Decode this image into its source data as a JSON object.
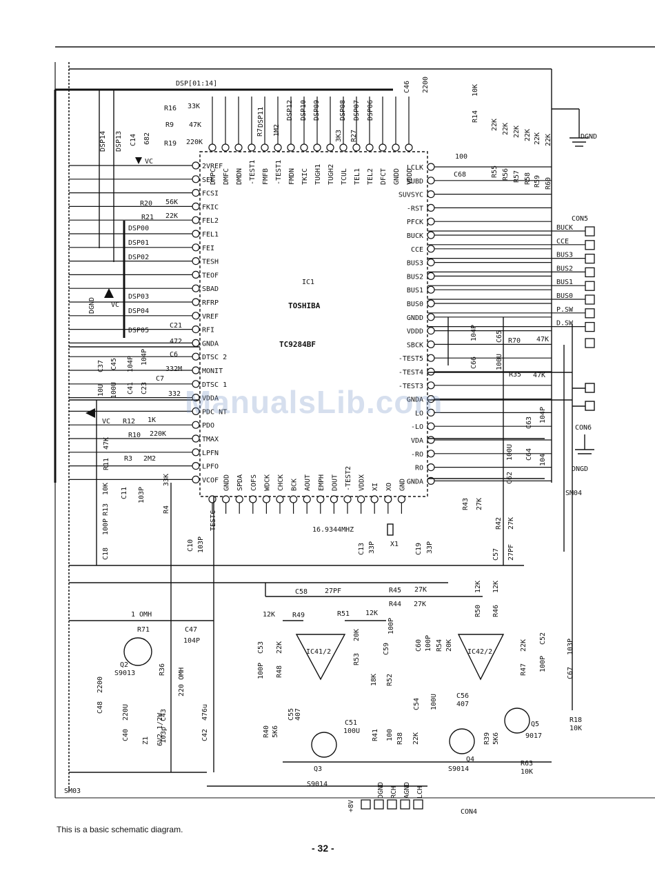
{
  "ic": {
    "ref": "IC1",
    "maker": "TOSHIBA",
    "part": "TC9284BF"
  },
  "bus_label": "DSP[01:14]",
  "watermark": "ManualsLib.com",
  "caption": "This is a basic schematic diagram.",
  "page_number": "- 32 -",
  "left_pins": [
    "2VREF",
    "SEL",
    "FCSI",
    "FKIC",
    "FEL2",
    "FEL1",
    "FEI",
    "TESH",
    "TEOF",
    "SBAD",
    "RFRP",
    "VREF",
    "RFI",
    "GNDA",
    "DTSC 2",
    "MONIT",
    "DTSC 1",
    "VDDA",
    "PDC NT",
    "PDO",
    "TMAX",
    "LPFN",
    "LPFO",
    "VCOF"
  ],
  "right_pins": [
    "LCLK",
    "SUBD",
    "SUVSYC",
    "-RST",
    "PFCK",
    "BUCK",
    "CCE",
    "BUS3",
    "BUS2",
    "BUS1",
    "BUS0",
    "GNDD",
    "VDDD",
    "SBCK",
    "-TEST5",
    "-TEST4",
    "-TEST3",
    "GNDA",
    "LO",
    "-LO",
    "VDA",
    "-RO",
    "RO",
    "GNDA"
  ],
  "top_pins": [
    "DMPC",
    "DMFC",
    "DMDN",
    "-TEST1",
    "FMFB",
    "-TEST1",
    "FMDN",
    "TKIC",
    "TUGH1",
    "TUGH2",
    "TCUL",
    "TEL1",
    "TEL2",
    "DFCT",
    "GNDD",
    "VDDD"
  ],
  "bottom_pins": [
    "TESTC",
    "GNDD",
    "SPDA",
    "COFS",
    "WDCK",
    "CHCK",
    "BCK",
    "AOUT",
    "EMPH",
    "DOUT",
    "-TEST2",
    "VDDX",
    "XI",
    "XO",
    "GND"
  ],
  "top_labels": [
    "DSP11",
    "DSP12",
    "DSP10",
    "DSP09",
    "DSP08",
    "DSP07",
    "DSP06"
  ],
  "left_dsp_labels": [
    "DSP00",
    "DSP01",
    "DSP02",
    "DSP03",
    "DSP04",
    "DSP05"
  ],
  "dsp_vertical": [
    "DSP14",
    "DSP13"
  ],
  "con5_labels": [
    "BUCK",
    "CCE",
    "BUS3",
    "BUS2",
    "BUS1",
    "BUS0",
    "P.SW",
    "D.SW"
  ],
  "con4_labels": [
    "+8V",
    "DGND",
    "RCH",
    "AGND",
    "LCH"
  ],
  "connectors": {
    "con5": "CON5",
    "con6": "CON6",
    "con4": "CON4"
  },
  "ground_labels": [
    "DGND",
    "DNGD",
    "DGND"
  ],
  "vc": "VC",
  "sm_labels": [
    "SM03",
    "SM04"
  ],
  "crystal": "16.9344MHZ",
  "crystal_ref": "X1",
  "opamps": [
    "IC41/2",
    "IC42/2"
  ],
  "transistors": [
    {
      "ref": "Q2",
      "part": "S9013"
    },
    {
      "ref": "Q3",
      "part": "S9014"
    },
    {
      "ref": "Q4",
      "part": "S9014"
    },
    {
      "ref": "Q5",
      "part": "9017"
    }
  ],
  "parts": {
    "r16": "R16",
    "r16v": "33K",
    "r9": "R9",
    "r9v": "47K",
    "r19": "R19",
    "r19v": "220K",
    "c14": "C14",
    "c14v": "682",
    "r20": "R20",
    "r20v": "56K",
    "r21": "R21",
    "r21v": "22K",
    "r7": "R7",
    "r7v": "1M2",
    "r27": "R27",
    "r27v": "3K3",
    "c46": "C46",
    "c46v": "2200",
    "r14": "R14",
    "r14v": "10K",
    "c68": "C68",
    "c68v": "100",
    "r55": "R55",
    "r56": "R56",
    "r57": "R57",
    "r58": "R58",
    "r59": "R59",
    "r60": "R60",
    "r5xv": "22K",
    "c21": "C21",
    "c21v": "472",
    "c6": "C6",
    "c6v": "332M",
    "c7": "C7",
    "c7v": "332",
    "c37": "C37",
    "c37v": "10U",
    "c45": "C45",
    "c45v": "100U",
    "c41": "C41",
    "c41v": "104P",
    "c23": "C23",
    "c23v": "104P",
    "r12": "R12",
    "r12v": "1K",
    "r10": "R10",
    "r10v": "220K",
    "r11": "R11",
    "r11v": "47K",
    "r3": "R3",
    "r3v": "2M2",
    "r13": "R13",
    "r13v": "10K",
    "c11": "C11",
    "c11v": "103P",
    "r4": "R4",
    "r4v": "33K",
    "c18": "C18",
    "c18v": "100P",
    "c10": "C10",
    "c10v": "103P",
    "c66": "C66",
    "c66v": "104P",
    "c65": "C65",
    "c65v": "100U",
    "r70": "R70",
    "r70v": "47K",
    "r35": "R35",
    "r35v": "47K",
    "c63": "C63",
    "c63v": "104P",
    "c62": "C62",
    "c62v": "100U",
    "c64": "C64",
    "c64v": "104",
    "c13": "C13",
    "c13v": "33P",
    "c19": "C19",
    "c19v": "33P",
    "r43": "R43",
    "r43v": "27K",
    "r42": "R42",
    "r42v": "27K",
    "c57": "C57",
    "c57v": "27PF",
    "c58": "C58",
    "c58v": "27PF",
    "r45": "R45",
    "r45v": "27K",
    "r44": "R44",
    "r44v": "27K",
    "r49": "R49",
    "r49v": "12K",
    "r51": "R51",
    "r51v": "12K",
    "r53": "R53",
    "r53v": "20K",
    "c59": "C59",
    "c59v": "100P",
    "c60": "C60",
    "c60v": "100P",
    "r54": "R54",
    "r54v": "20K",
    "r50": "R50",
    "r50v": "12K",
    "r46": "R46",
    "r46v": "12K",
    "c53": "C53",
    "c53v": "100P",
    "r48": "R48",
    "r48v": "22K",
    "r47": "R47",
    "r47v": "22K",
    "c52": "C52",
    "c52v": "100P",
    "c67": "C67",
    "c67v": "103P",
    "r52": "R52",
    "r52v": "18K",
    "c55": "C55",
    "c55v": "407",
    "c51": "C51",
    "c51v": "100U",
    "c54": "C54",
    "c54v": "100U",
    "c56": "C56",
    "c56v": "407",
    "r40": "R40",
    "r40v": "5K6",
    "r41": "R41",
    "r41v": "100",
    "r38": "R38",
    "r38v": "22K",
    "r39": "R39",
    "r39v": "5K6",
    "r63": "R63",
    "r63v": "10K",
    "r18": "R18",
    "r18v": "10K",
    "r71": "R71",
    "r71v": "1 OMH",
    "c47": "C47",
    "c47v": "104P",
    "r36": "R36",
    "r36v": "220 OMH",
    "c48": "C48",
    "c48v": "2200",
    "c40": "C40",
    "c40v": "220U",
    "c43": "C43",
    "c43v": "103p",
    "c42": "C42",
    "c42v": "476u",
    "z1": "Z1",
    "z1v": "6V2 1/2W"
  }
}
